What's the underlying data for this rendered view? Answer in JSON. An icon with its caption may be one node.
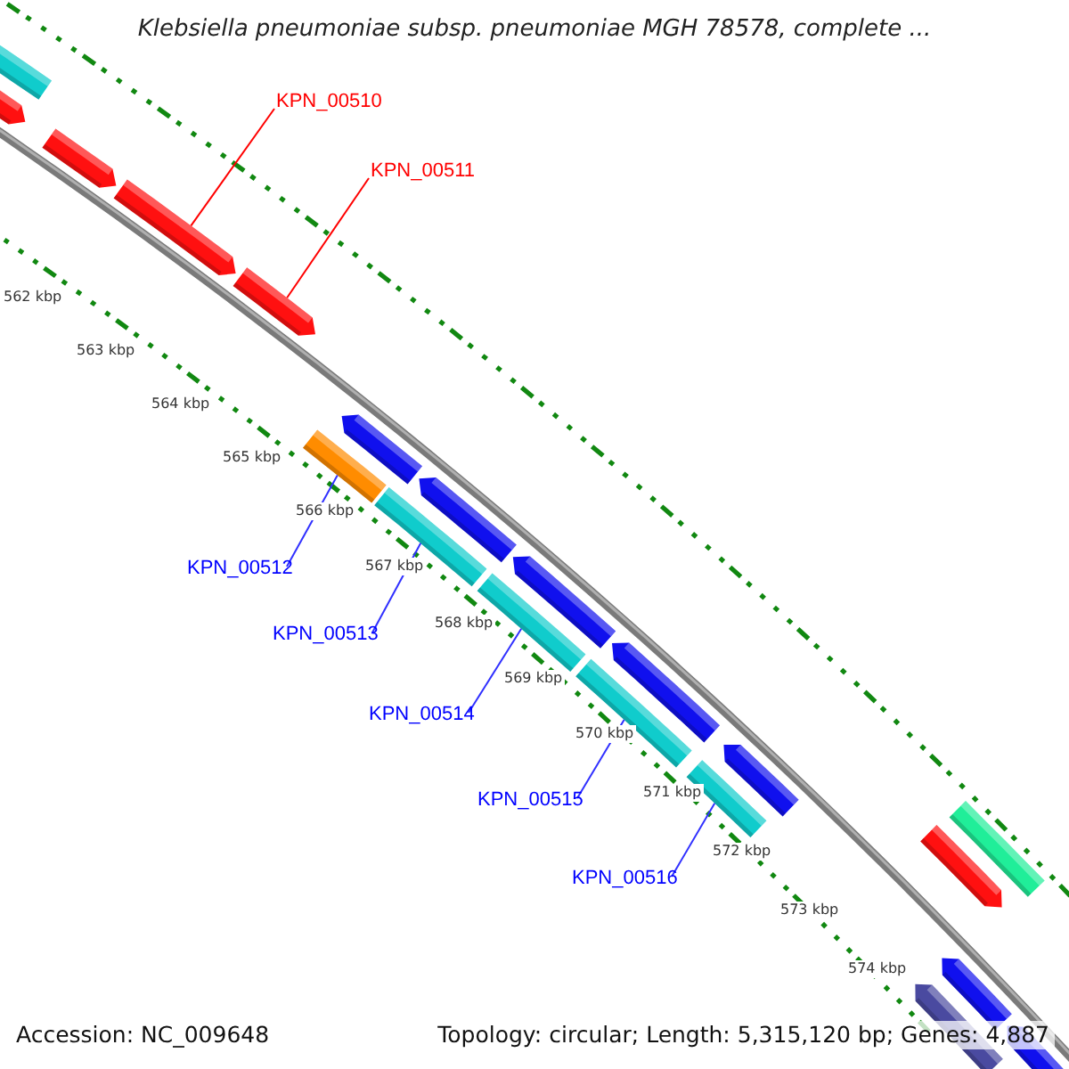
{
  "diagram": {
    "title": "Klebsiella pneumoniae subsp. pneumoniae MGH 78578, complete ...",
    "nodes": [
      {
        "text": [
          "KPN_00510"
        ]
      },
      {
        "text": [
          "KPN_00511"
        ]
      },
      {
        "text": [
          "KPN_00512"
        ]
      },
      {
        "text": [
          "KPN_00513"
        ]
      },
      {
        "text": [
          "KPN_00514"
        ]
      },
      {
        "text": [
          "KPN_00515"
        ]
      },
      {
        "text": [
          "KPN_00516"
        ]
      },
      {
        "text": [],
        "shape": "bar"
      },
      {
        "text": [],
        "shape": "bar"
      },
      {
        "text": [],
        "shape": "bar"
      },
      {
        "text": [],
        "shape": "bar"
      },
      {
        "text": [],
        "shape": "bar"
      },
      {
        "text": [],
        "shape": "bar"
      },
      {
        "text": [],
        "shape": "bar"
      },
      {
        "text": [],
        "shape": "bar"
      },
      {
        "text": [],
        "shape": "bar"
      },
      {
        "text": [],
        "shape": "bar"
      },
      {
        "text": [],
        "shape": "bar"
      },
      {
        "text": [],
        "shape": "bar"
      },
      {
        "text": [],
        "shape": "bar"
      },
      {
        "text": [],
        "shape": "bar"
      },
      {
        "text": [],
        "shape": "bar"
      },
      {
        "text": [],
        "shape": "bar"
      },
      {
        "text": [],
        "shape": "bar"
      },
      {
        "text": [],
        "shape": "bar"
      },
      {
        "text": [],
        "shape": "bar"
      },
      {
        "text": [],
        "shape": "bar"
      }
    ],
    "edges": [
      {
        "from": 0,
        "to": 10,
        "arrow": "none",
        "color": "#ff0000"
      },
      {
        "from": 1,
        "to": 11,
        "arrow": "none",
        "color": "#ff0000"
      },
      {
        "from": 2,
        "to": 13,
        "arrow": "none"
      },
      {
        "from": 3,
        "to": 15,
        "arrow": "none"
      },
      {
        "from": 4,
        "to": 17,
        "arrow": "none"
      },
      {
        "from": 5,
        "to": 19,
        "arrow": "none"
      },
      {
        "from": 6,
        "to": 21,
        "arrow": "none"
      }
    ],
    "labels": [
      "562 kbp",
      "563 kbp",
      "564 kbp",
      "565 kbp",
      "566 kbp",
      "567 kbp",
      "568 kbp",
      "569 kbp",
      "570 kbp",
      "571 kbp",
      "572 kbp",
      "573 kbp",
      "574 kbp",
      "Accession: NC_009648",
      "Topology: circular; Length: 5,315,120 bp; Genes: 4,887"
    ]
  }
}
